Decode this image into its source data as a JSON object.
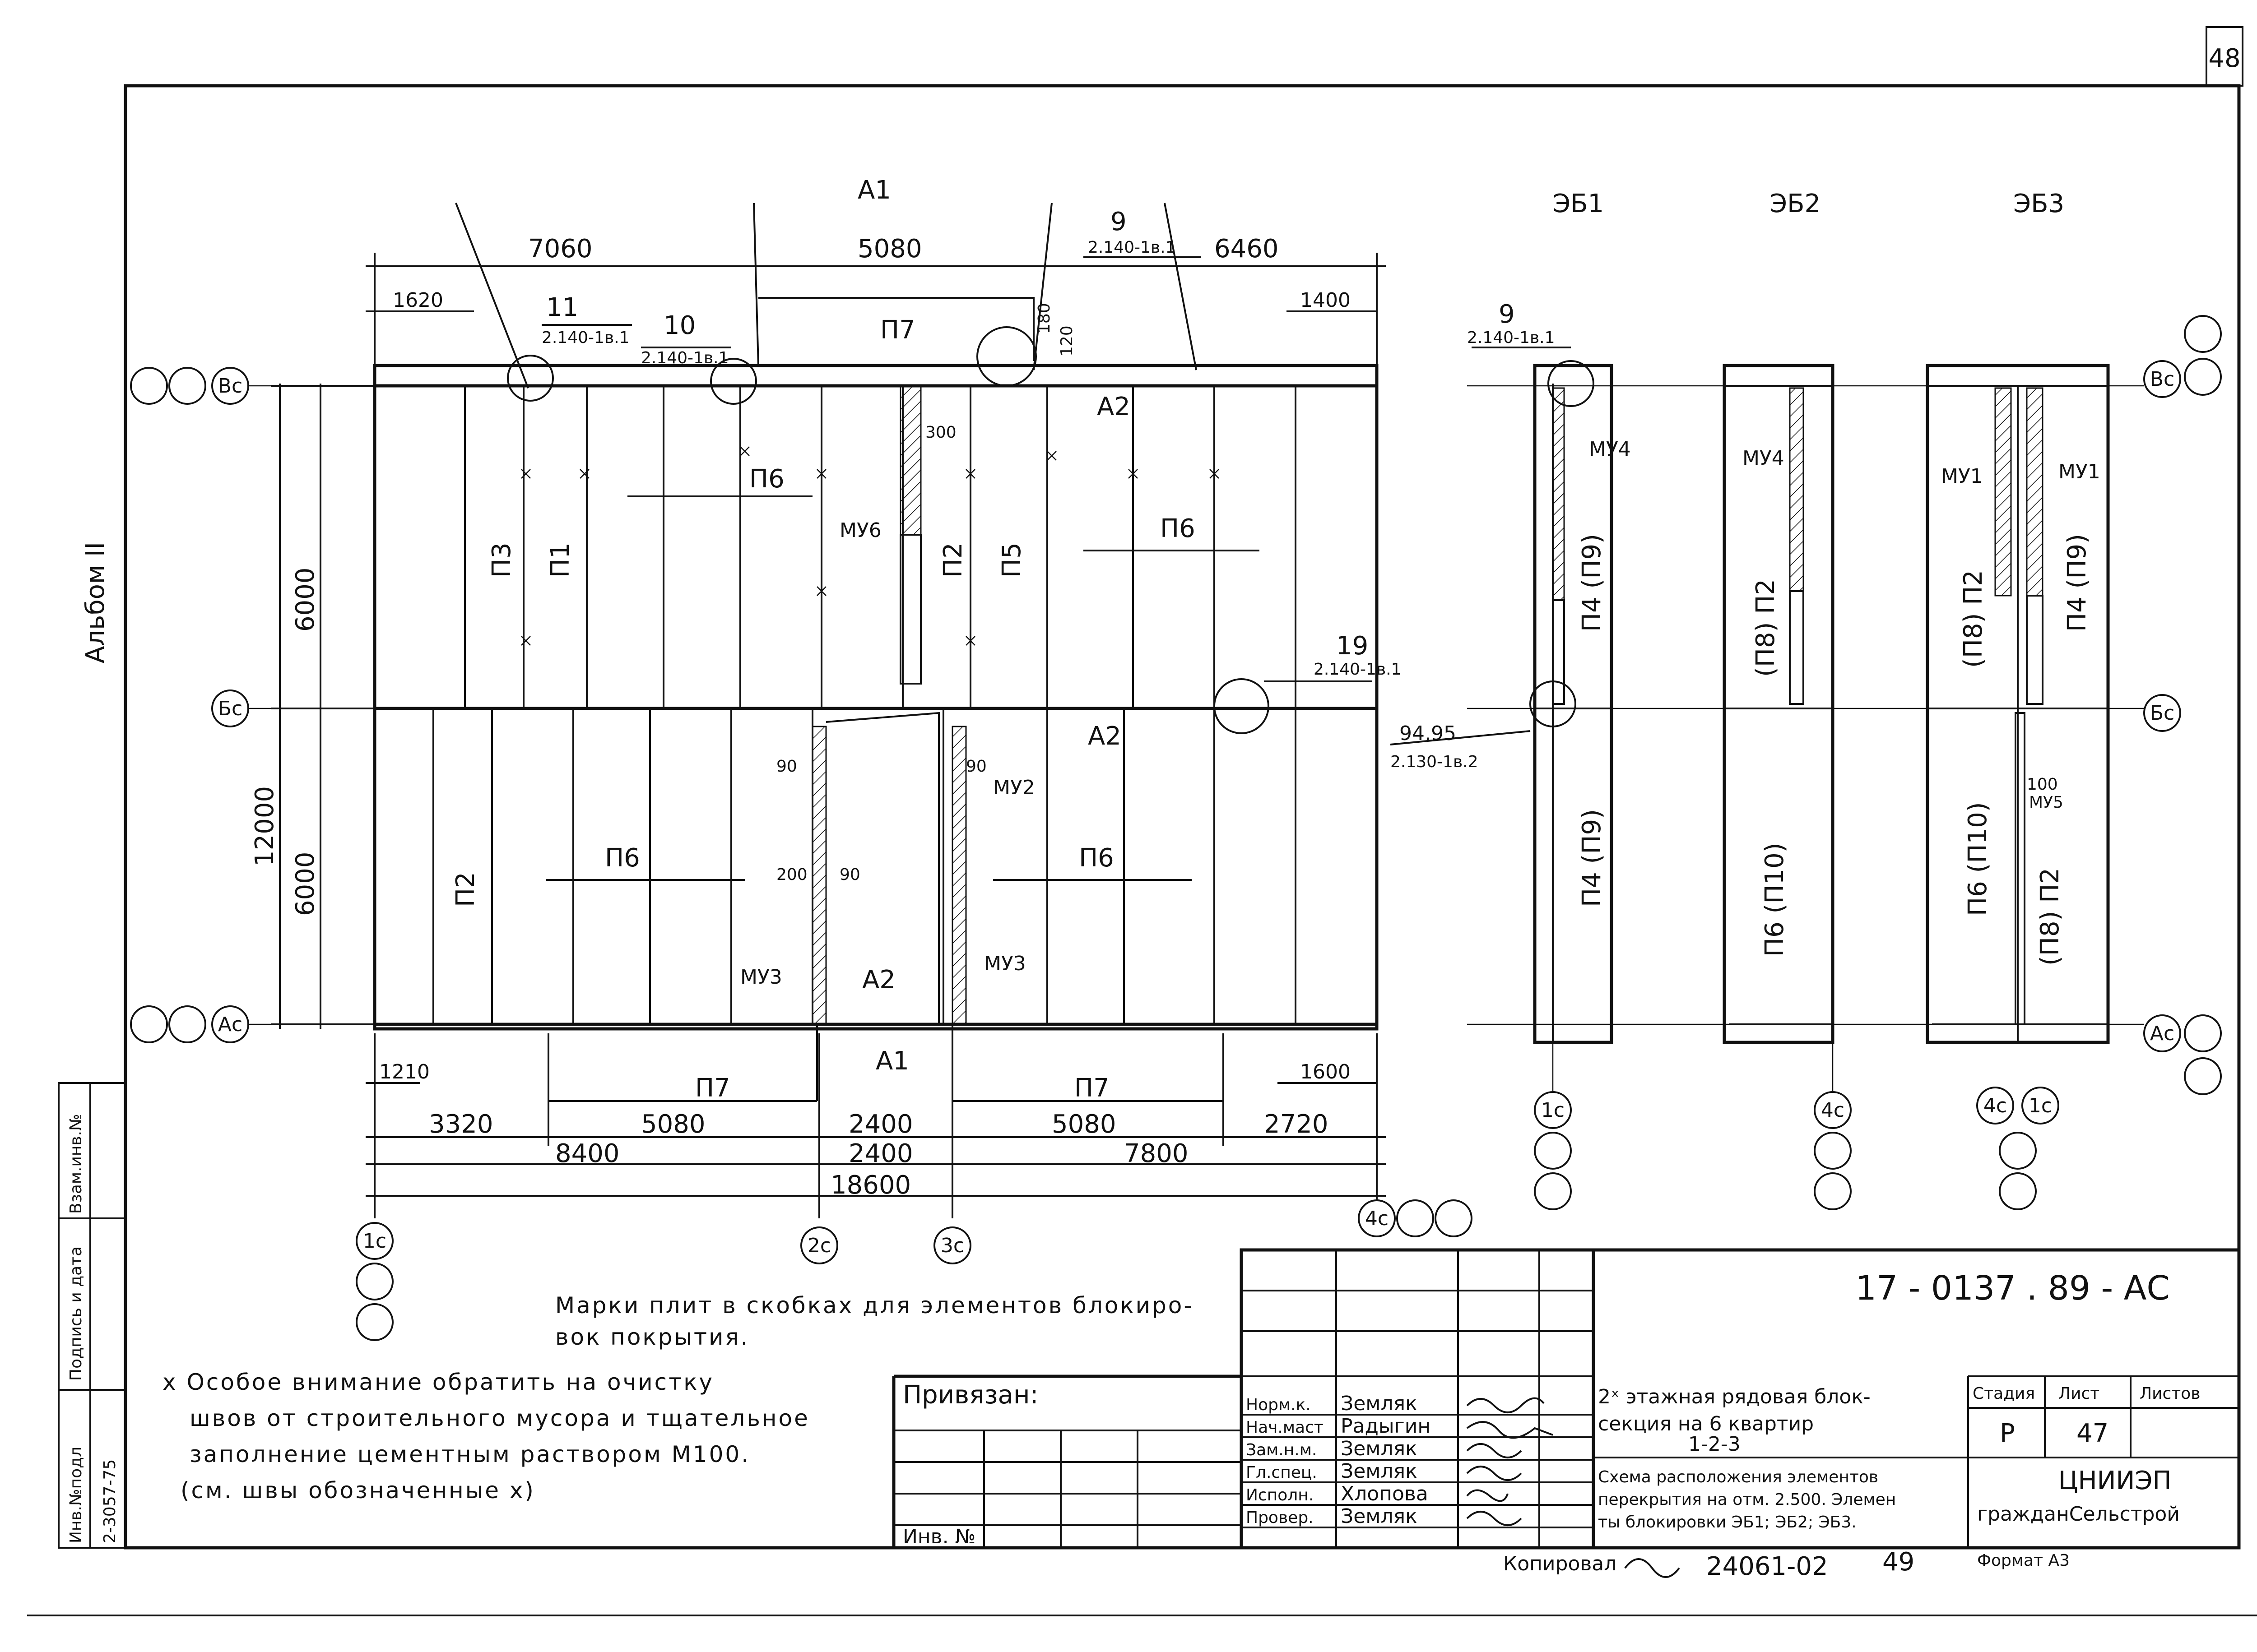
{
  "sheet": {
    "number": "48",
    "album": "Альбом II",
    "left_strip": [
      "Инв.№подл",
      "Подпись и дата",
      "Взам.инв.№"
    ],
    "left_strip_value": "2-3057-75"
  },
  "plan": {
    "top_dims": [
      "7060",
      "5080",
      "6460"
    ],
    "top_sub_dims": [
      "1620",
      "1400"
    ],
    "bottom_dims_row1": [
      "1210",
      "1600"
    ],
    "bottom_dims_row2": [
      "3320",
      "5080",
      "2400",
      "5080",
      "2720"
    ],
    "bottom_dims_row3": [
      "8400",
      "2400",
      "7800"
    ],
    "bottom_total": "18600",
    "left_dims": [
      "6000",
      "12000",
      "6000"
    ],
    "axes_rows": [
      "Вс",
      "Бс",
      "Ас"
    ],
    "axes_cols": [
      "1с",
      "2с",
      "3с",
      "4с"
    ],
    "panels": {
      "top": [
        "П3",
        "П1",
        "П6",
        "П2",
        "П5",
        "П6",
        "П7"
      ],
      "bottom": [
        "П2",
        "П6",
        "П6",
        "А2",
        "П7",
        "П7"
      ],
      "a_marks": [
        "А1",
        "А2",
        "А2",
        "А1"
      ]
    },
    "walls": [
      "МУ6",
      "МУ2",
      "МУ3",
      "МУ3"
    ],
    "small_dims": [
      "300",
      "90",
      "90",
      "200",
      "90",
      "180",
      "120"
    ],
    "callouts": [
      {
        "num": "11",
        "ref": "2.140-1в.1"
      },
      {
        "num": "10",
        "ref": "2.140-1в.1"
      },
      {
        "num": "9",
        "ref": "2.140-1в.1"
      },
      {
        "num": "19",
        "ref": "2.140-1в.1"
      }
    ]
  },
  "sections": {
    "titles": [
      "ЭБ1",
      "ЭБ2",
      "ЭБ3"
    ],
    "eb1": {
      "callout_num": "9",
      "callout_ref": "2.140-1в.1",
      "callout2_num": "94,95",
      "callout2_ref": "2.130-1в.2",
      "wall": "МУ4",
      "top_panel": "П4 (П9)",
      "bottom_panel": "П4 (П9)",
      "axis": "1с"
    },
    "eb2": {
      "wall": "МУ4",
      "top_panel": "(П8) П2",
      "bottom_panel": "П6 (П10)",
      "axis": "4с"
    },
    "eb3": {
      "walls": [
        "МУ1",
        "МУ1"
      ],
      "wall5": "МУ5",
      "dim": "100",
      "top_panels": [
        "(П8) П2",
        "П4 (П9)"
      ],
      "bottom_panels": [
        "П6 (П10)",
        "(П8) П2"
      ],
      "axes": [
        "4с",
        "1с"
      ]
    }
  },
  "notes": {
    "marks": "Марки плит в скобках для элементов блокиро-",
    "marks2": "вок покрытия.",
    "x1": "х Особое внимание обратить на очистку",
    "x2": "швов от строительного мусора и тщательное",
    "x3": "заполнение цементным раствором М100.",
    "x4": "(см. швы обозначенные х)"
  },
  "title_block": {
    "code": "17 - 0137 . 89  - АС",
    "privyazan": "Привязан:",
    "inv": "Инв. №",
    "roles": [
      "Норм.к.",
      "Нач.маст",
      "Зам.н.м.",
      "Гл.спец.",
      "Исполн.",
      "Провер."
    ],
    "names": [
      "Земляк",
      "Радыгин",
      "Земляк",
      "Земляк",
      "Хлопова",
      "Земляк"
    ],
    "title1": "2ˣ этажная рядовая блок-",
    "title2": "секция на 6 квартир",
    "title3": "1-2-3",
    "desc1": "Схема расположения элементов",
    "desc2": "перекрытия на отм. 2.500. Элемен",
    "desc3": "ты блокировки ЭБ1; ЭБ2; ЭБ3.",
    "stage_h": "Стадия",
    "sheet_h": "Лист",
    "sheets_h": "Листов",
    "stage": "Р",
    "sheet": "47",
    "org1": "ЦНИИЭП",
    "org2": "гражданСельстрой",
    "copied": "Копировал",
    "copy_no": "24061-02",
    "copy_page": "49",
    "format": "Формат А3"
  }
}
